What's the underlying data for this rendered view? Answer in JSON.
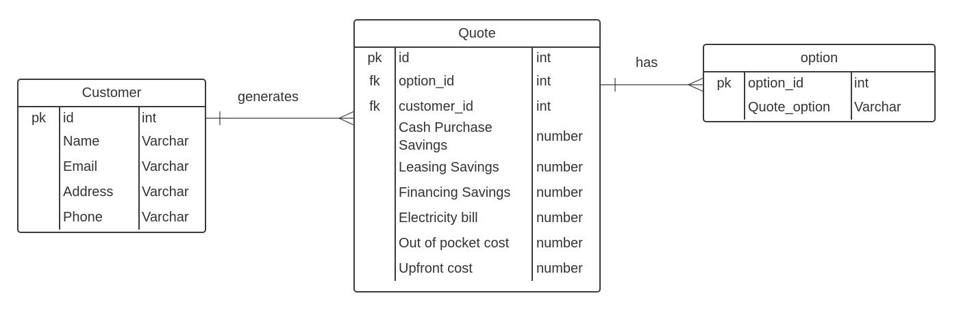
{
  "entities": {
    "customer": {
      "title": "Customer",
      "rows": [
        {
          "key": "pk",
          "name": "id",
          "type": "int"
        },
        {
          "key": "",
          "name": "Name",
          "type": "Varchar"
        },
        {
          "key": "",
          "name": "Email",
          "type": "Varchar"
        },
        {
          "key": "",
          "name": "Address",
          "type": "Varchar"
        },
        {
          "key": "",
          "name": "Phone",
          "type": "Varchar"
        }
      ]
    },
    "quote": {
      "title": "Quote",
      "rows": [
        {
          "key": "pk",
          "name": "id",
          "type": "int"
        },
        {
          "key": "fk",
          "name": "option_id",
          "type": "int"
        },
        {
          "key": "fk",
          "name": "customer_id",
          "type": "int"
        },
        {
          "key": "",
          "name": "Cash Purchase\nSavings",
          "type": "number"
        },
        {
          "key": "",
          "name": "Leasing Savings",
          "type": "number"
        },
        {
          "key": "",
          "name": "Financing Savings",
          "type": "number"
        },
        {
          "key": "",
          "name": "Electricity bill",
          "type": "number"
        },
        {
          "key": "",
          "name": "Out of pocket cost",
          "type": "number"
        },
        {
          "key": "",
          "name": "Upfront cost",
          "type": "number"
        }
      ]
    },
    "option": {
      "title": "option",
      "rows": [
        {
          "key": "pk",
          "name": "option_id",
          "type": "int"
        },
        {
          "key": "",
          "name": "Quote_option",
          "type": "Varchar"
        }
      ]
    }
  },
  "relationships": {
    "generates": {
      "label": "generates",
      "from": "Customer",
      "to": "Quote",
      "from_cardinality": "one",
      "to_cardinality": "many"
    },
    "has": {
      "label": "has",
      "from": "Quote",
      "to": "option",
      "from_cardinality": "one",
      "to_cardinality": "many"
    }
  },
  "colors": {
    "stroke": "#3a3a3a",
    "text": "#333333",
    "background": "#ffffff"
  }
}
